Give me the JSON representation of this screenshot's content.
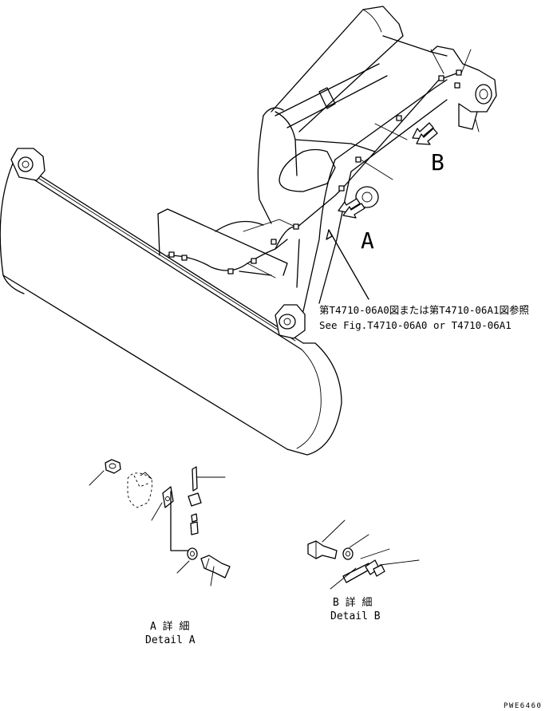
{
  "callouts": {
    "view_a_letter": "A",
    "view_b_letter": "B"
  },
  "reference": {
    "japanese": "第T4710-06A0図または第T4710-06A1図参照",
    "english": "See Fig.T4710-06A0 or T4710-06A1"
  },
  "detail_a": {
    "japanese": "A 詳 細",
    "english": "Detail A"
  },
  "detail_b": {
    "japanese": "B 詳 細",
    "english": "Detail B"
  },
  "drawing_code": "PWE6460"
}
